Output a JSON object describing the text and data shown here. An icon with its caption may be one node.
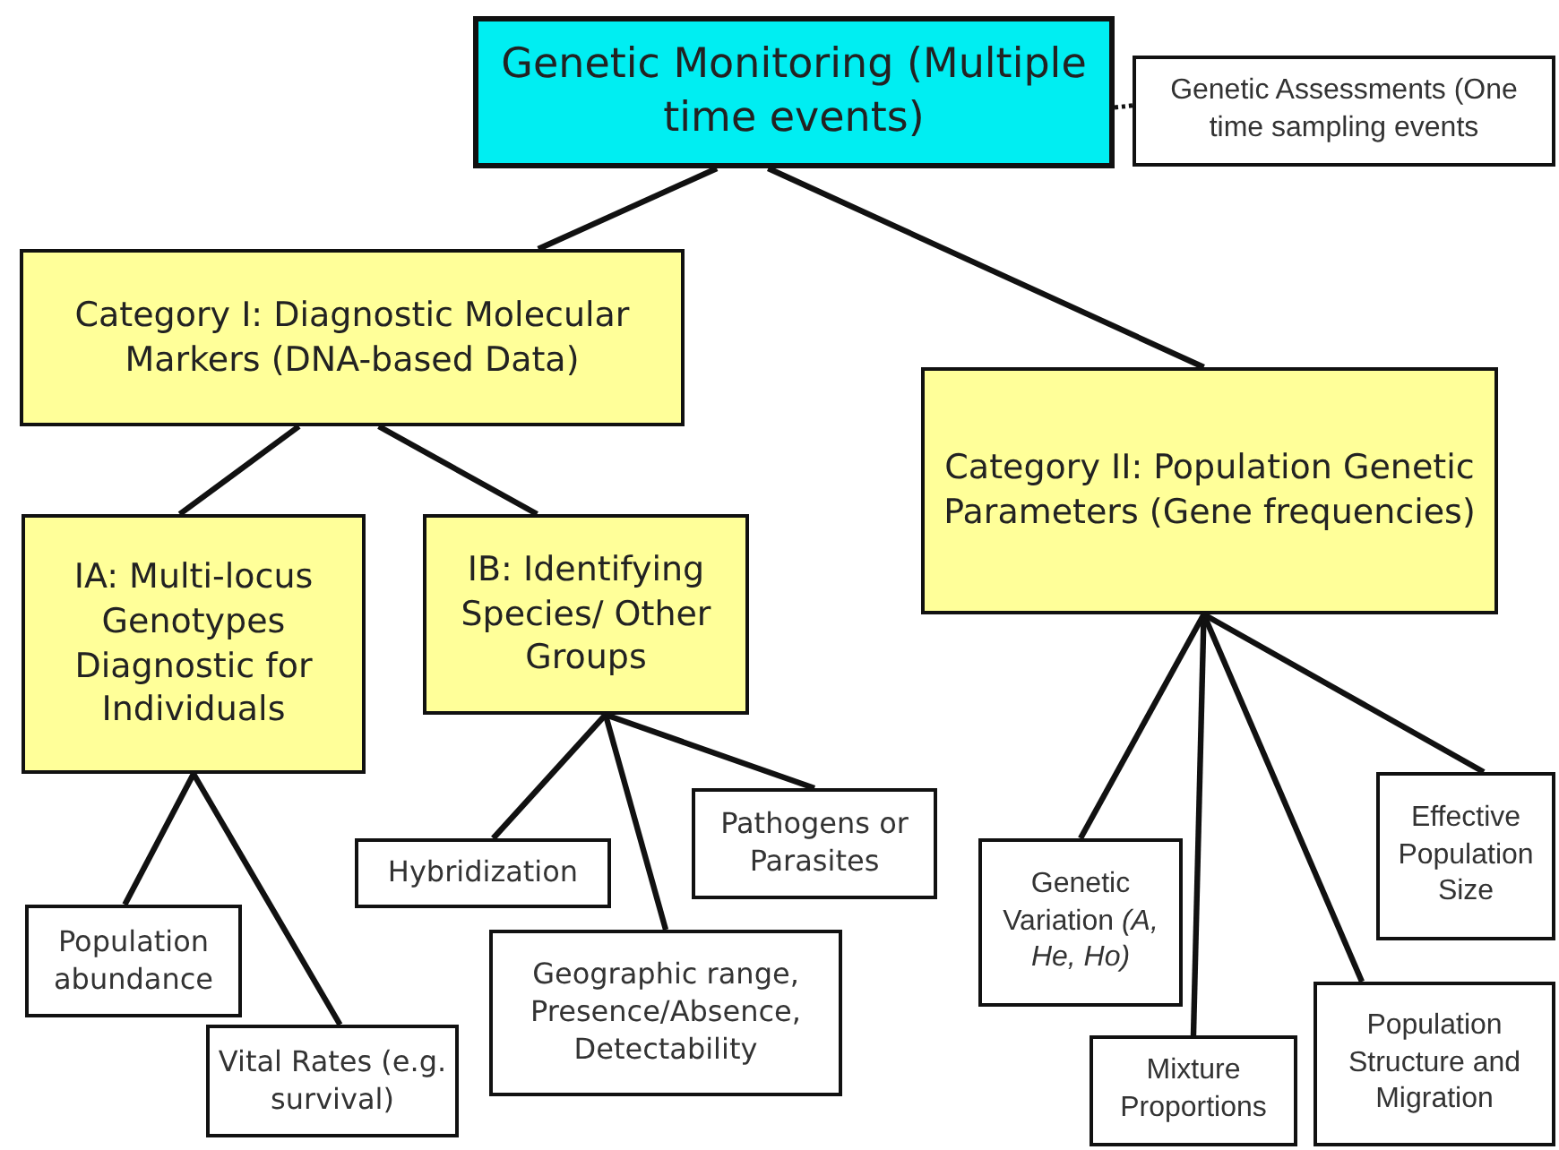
{
  "diagram": {
    "nodes": [
      {
        "text": [
          "Genetic Monitoring (Multiple time events)"
        ]
      },
      {
        "text": [
          "Genetic Assessments (One time sampling events"
        ]
      },
      {
        "text": [
          "Category I: Diagnostic Molecular Markers (DNA-based Data)"
        ]
      },
      {
        "text": [
          "Category II: Population Genetic Parameters (Gene frequencies)"
        ]
      },
      {
        "text": [
          "IA: Multi-locus Genotypes Diagnostic for Individuals"
        ]
      },
      {
        "text": [
          "IB: Identifying Species/ Other Groups"
        ]
      },
      {
        "text": [
          "Population abundance"
        ]
      },
      {
        "text": [
          "Vital Rates (e.g. survival)"
        ]
      },
      {
        "text": [
          "Hybridization"
        ]
      },
      {
        "text": [
          "Geographic range, Presence/Absence, Detectability"
        ]
      },
      {
        "text": [
          "Pathogens or Parasites"
        ]
      },
      {
        "text": [
          "Genetic Variation *(A, He, Ho)*"
        ]
      },
      {
        "text": [
          "Mixture Proportions"
        ]
      },
      {
        "text": [
          "Population Structure and Migration"
        ]
      },
      {
        "text": [
          "Effective Population Size"
        ]
      }
    ],
    "edges": [
      {
        "from": 0,
        "to": 1,
        "arrow": "none",
        "style": "dashed"
      },
      {
        "from": 0,
        "to": 2,
        "arrow": "none"
      },
      {
        "from": 0,
        "to": 3,
        "arrow": "none"
      },
      {
        "from": 2,
        "to": 4,
        "arrow": "none"
      },
      {
        "from": 2,
        "to": 5,
        "arrow": "none"
      },
      {
        "from": 4,
        "to": 6,
        "arrow": "none"
      },
      {
        "from": 4,
        "to": 7,
        "arrow": "none"
      },
      {
        "from": 5,
        "to": 8,
        "arrow": "none"
      },
      {
        "from": 5,
        "to": 9,
        "arrow": "none"
      },
      {
        "from": 5,
        "to": 10,
        "arrow": "none"
      },
      {
        "from": 3,
        "to": 11,
        "arrow": "none"
      },
      {
        "from": 3,
        "to": 12,
        "arrow": "none"
      },
      {
        "from": 3,
        "to": 13,
        "arrow": "none"
      },
      {
        "from": 3,
        "to": 14,
        "arrow": "none"
      }
    ]
  }
}
